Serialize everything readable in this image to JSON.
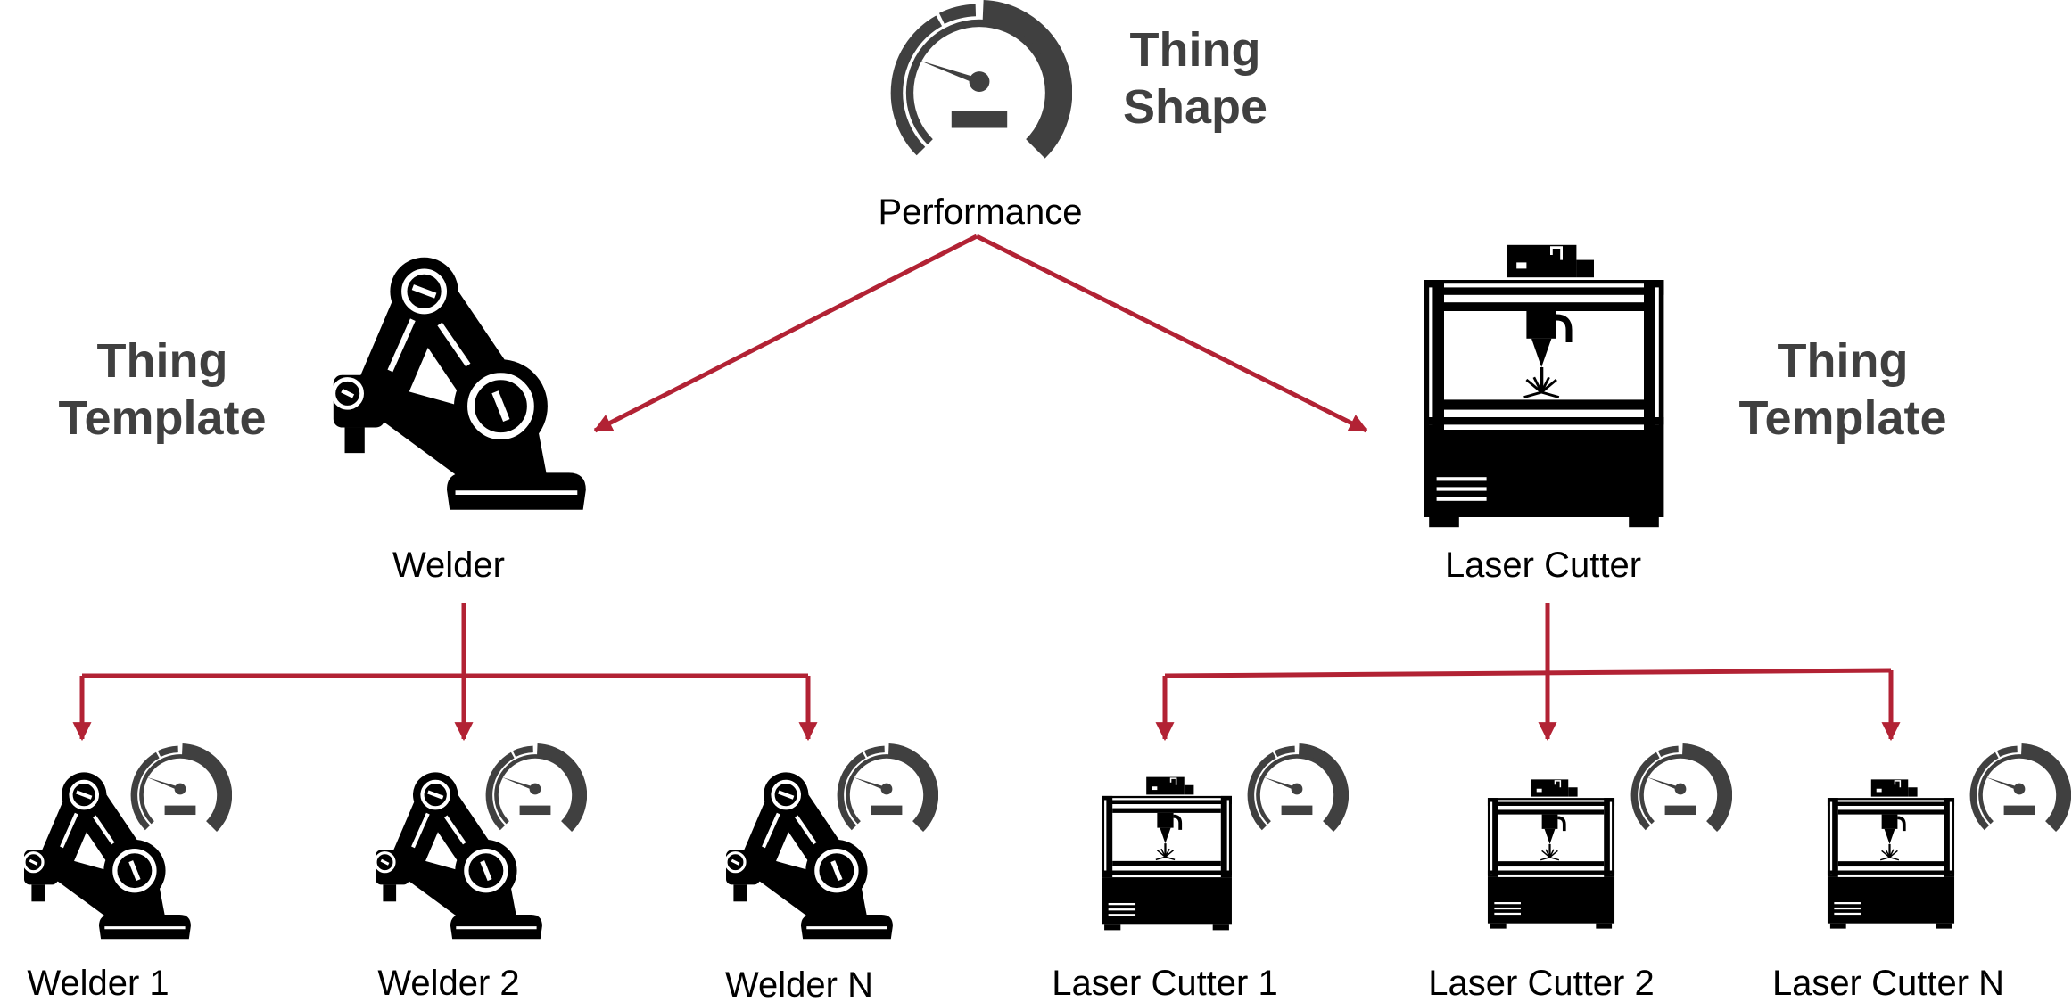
{
  "colors": {
    "arrow": "#b22234",
    "icon": "#000000",
    "gauge": "#404040",
    "heading": "#404040"
  },
  "shape": {
    "heading_line1": "Thing",
    "heading_line2": "Shape",
    "label": "Performance",
    "icon": "speedometer-icon"
  },
  "templates": {
    "left": {
      "heading_line1": "Thing",
      "heading_line2": "Template",
      "label": "Welder",
      "icon": "robot-arm-icon"
    },
    "right": {
      "heading_line1": "Thing",
      "heading_line2": "Template",
      "label": "Laser Cutter",
      "icon": "laser-cutter-icon"
    }
  },
  "things": [
    {
      "label": "Welder 1",
      "icon": "robot-arm-icon"
    },
    {
      "label": "Welder 2",
      "icon": "robot-arm-icon"
    },
    {
      "label": "Welder N",
      "icon": "robot-arm-icon"
    },
    {
      "label": "Laser Cutter 1",
      "icon": "laser-cutter-icon"
    },
    {
      "label": "Laser Cutter 2",
      "icon": "laser-cutter-icon"
    },
    {
      "label": "Laser Cutter N",
      "icon": "laser-cutter-icon"
    }
  ]
}
